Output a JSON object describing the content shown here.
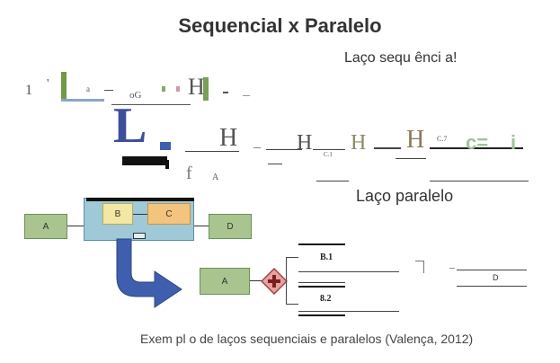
{
  "title": "Sequencial x Paralelo",
  "subtitle_sequential": "Laço sequ ênci a!",
  "subtitle_parallel": "Laço paralelo",
  "caption": "Exem pl o de laços sequenciais e paralelos (Valença, 2012)",
  "scan_text": {
    "t1": "1",
    "t2": "'",
    "t3": "a",
    "t4": "oG",
    "t5": "H",
    "t6": "L",
    "t7": "H",
    "t8": "f",
    "t9": "A",
    "t10": "H",
    "t11": "C.1",
    "t12": "H",
    "t13": "H",
    "t14": "C.7",
    "t15": "c=",
    "t16": "i"
  },
  "loop_diagram": {
    "task_a": "A",
    "task_b": "B",
    "task_c": "C",
    "task_d": "D"
  },
  "parallel_diagram": {
    "task_a": "A",
    "branch_1": "B.1",
    "branch_2": "8.2",
    "task_d": "D"
  },
  "colors": {
    "arrow": "#3f5fae",
    "green": "#a9c48e",
    "container": "#9fc9d6",
    "gateway": "#e8a0a0"
  }
}
